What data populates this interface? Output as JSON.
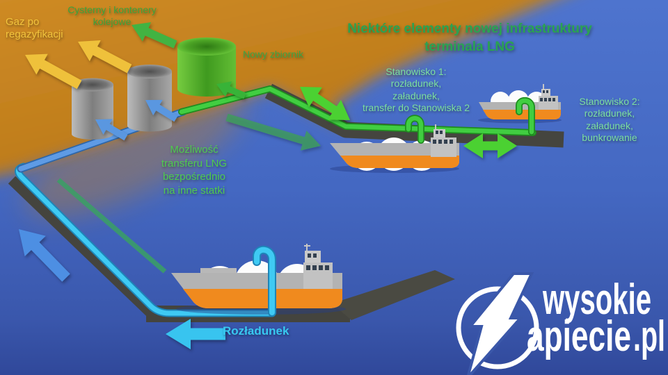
{
  "title": {
    "lines": [
      "Niektóre elementy nowej infrastruktury",
      "terminala LNG"
    ]
  },
  "labels": {
    "gas_out": {
      "lines": [
        "Gaz po",
        "regazyfikacji"
      ]
    },
    "rail": {
      "lines": [
        "Cysterny i kontenery",
        "kolejowe"
      ]
    },
    "new_tank": {
      "text": "Nowy zbiornik"
    },
    "berth1": {
      "lines": [
        "Stanowisko 1:",
        "rozładunek,",
        "załadunek,",
        "transfer do Stanowiska 2"
      ]
    },
    "berth2": {
      "lines": [
        "Stanowisko 2:",
        "rozładunek,",
        "załadunek,",
        "bunkrowanie"
      ]
    },
    "transfer": {
      "lines": [
        "Możliwość",
        "transferu LNG",
        "bezpośrednio",
        "na inne statki"
      ]
    },
    "unloading": {
      "text": "Rozładunek"
    }
  },
  "logo": {
    "word1": "wysokie",
    "word2": "apiecie",
    "tld": ".pl"
  },
  "colors": {
    "land": "#C8831F",
    "water": "#4166BF",
    "dock": "#474740",
    "pipe_cyan": "#3FCAF3",
    "pipe_green": "#41CE41",
    "pipe_blue": "#5E9BE5",
    "arrow_yellow": "#EFC13B",
    "arrow_green": "#4CD130",
    "hull_orange": "#F08A1E",
    "label_green_light": "#7CDF9F",
    "label_green": "#2AA352"
  }
}
